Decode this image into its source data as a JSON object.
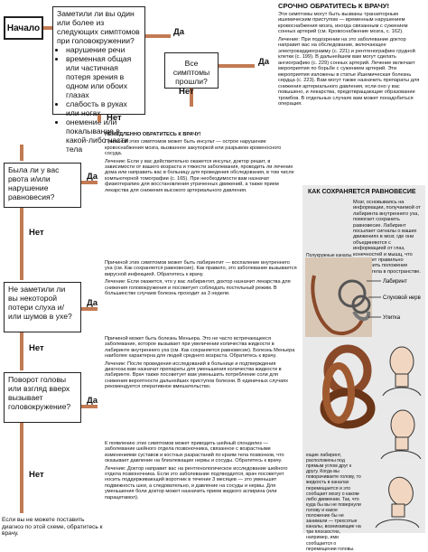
{
  "start": "Начало",
  "labels": {
    "yes": "Да",
    "no": "Нет"
  },
  "questions": {
    "q1": {
      "intro": "Заметили ли вы один или более из следующих симптомов при головокружении?",
      "items": [
        "нарушение речи",
        "временная общая или частичная потеря зрения в одном или обоих глазах",
        "слабость в руках или ногах",
        "онемение или покалывание в какой-либо части тела"
      ]
    },
    "q2": "Все симптомы прошли?",
    "q3": "Была ли у вас рвота и/или нарушение равновесия?",
    "q4": "Не заметили ли вы некоторой потери слуха и/или шумов в ухе?",
    "q5": "Поворот головы или взгляд вверх вызывает головокружение?"
  },
  "texts": {
    "urgent_title": "СРОЧНО ОБРАТИТЕСЬ К ВРАЧУ!",
    "urgent_body": "Эти симптомы могут быть вызваны транзиторным ишемическим приступом — временным нарушением кровоснабжения мозга, иногда связанным с сужением сонных артерий (см. Кровоснабжение мозга, с. 162).",
    "urgent_treat": "Лечение: При подозрении на это заболевание доктор направит вас на обследование, включающее электрокардиограмму (с. 221) и рентгенографию грудной клетки (с. 199). В дальнейшем вам могут сделать ангиографию (с. 229) сонных артерий. Лечение включает мероприятия по борьбе с сужением артерий. Эти мероприятия изложены в статье Ишемическая болезнь сердца (с. 223). Вам могут также назначить препараты для снижения артериального давления, если оно у вас повышено, и лекарства, предотвращающие образование тромбов. В отдельных случаях вам может понадобиться операция.",
    "stroke_title": "НЕМЕДЛЕННО ОБРАТИТЕСЬ К ВРАЧУ!",
    "stroke_body": "Причиной этих симптомов может быть инсульт — острое нарушение кровоснабжения мозга, вызванное закупоркой или разрывом кровеносного сосуда.",
    "stroke_treat": "Лечение: Если у вас действительно окажется инсульт, доктор решит, в зависимости от вашего возраста и тяжести заболевания, проводить ли лечение дома или направить вас в больницу для проведения обследования, в том числе компьютерной томографии (с. 165). При необходимости вам назначат физиотерапию для восстановления утраченных движений, а также прием лекарства для снижения высокого артериального давления.",
    "labyr_body": "Причиной этих симптомов может быть лабиринтит — воспаление внутреннего уха (см. Как сохраняется равновесие). Как правило, это заболевание вызывается вирусной инфекцией. Обратитесь к врачу.",
    "labyr_treat": "Лечение: Если окажется, что у вас лабиринтит, доктор назначит лекарства для снижения головокружения и посоветует соблюдать постельный режим. В большинстве случаев болезнь проходит за 3 недели.",
    "meniere_body": "Причиной может быть болезнь Меньера. Это не часто встречающееся заболевание, которое вызывает при увеличении количества жидкости в лабиринте внутреннего уха (см. Как сохраняется равновесие). Болезнь Меньера наиболее характерна для людей среднего возраста. Обратитесь к врачу.",
    "meniere_treat": "Лечение: После проведения исследований в больнице и подтверждения диагноза вам назначат препараты для уменьшения количества жидкости в лабиринте. Врач также посоветует вам уменьшить потребление соли для снижения вероятности дальнейших приступов болезни. В единичных случаях рекомендуется оперативное вмешательство.",
    "spond_body": "К появлению этих симптомов может приводить шейный спондилез — заболевание шейного отдела позвоночника, связанное с возрастными изменениями суставов и костных разрастаний по краям тела позвонков, что оказывает давление на близлежащие нервы и сосуды. Обратитесь к врачу.",
    "spond_treat": "Лечение: Доктор направит вас на рентгенологическое исследование шейного отдела позвоночника. Если это заболевание подтвердится, врач посоветует носить поддерживающий воротник в течение 3 месяцев — это уменьшит подвижность шеи, а следовательно, и давление на сосуды и нервы. Для уменьшения боли доктор может назначить прием жидкого аспирина (или парацетамол).",
    "footer": "Если вы не можете поставить диагноз по этой схеме, обратитесь к врачу."
  },
  "balance": {
    "title": "КАК СОХРАНЯЕТСЯ РАВНОВЕСИЕ",
    "intro": "Мозг, основываясь на информации, получаемой от лабиринта внутреннего уха, помогает сохранить равновесие. Лабиринт посылает сигналы о ваших движениях в мозг, где они объединяются с информацией от глаз, конечностей и мышц, что позволяет правильно определить положение вашего тела в пространстве.",
    "fig_caption": "Полукружные каналы. Каждый из трех полукружных каналов, наполненных жидкостью и соединенных",
    "label_labyrinth": "Лабиринт",
    "label_nerve": "Слуховой нерв",
    "label_cochlea": "Улитка",
    "bottom_text": "ющие лабиринт, расположены под прямым углом друг к другу. Когда вы поворачиваете голову, то жидкость в каналах перемещается и это сообщает мозгу о каком-либо движении. Так, что куда бы вы не повернули голову и какое положение бы не занимали — трехсотые каналы, возникающие на три плоскостях, например, ими сообщается о перемещении головы."
  },
  "colors": {
    "arrow": "#c27a53",
    "panel": "#e9e9e9",
    "ear": "#8a4a2a"
  }
}
